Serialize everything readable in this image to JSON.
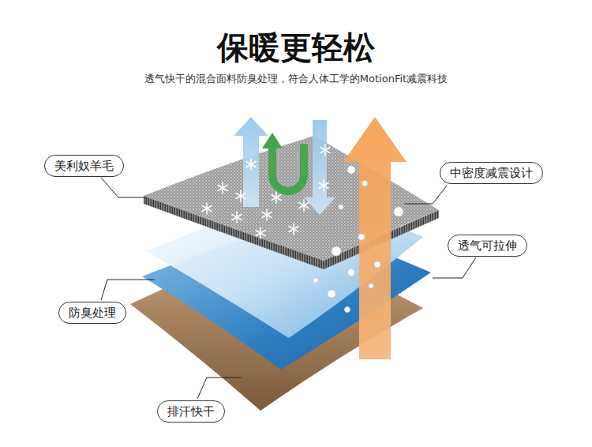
{
  "diagram": {
    "title": "保暖更轻松",
    "caption": "透气快干的混合面料防臭处理，符合人体工学的MotionFit减震科技",
    "nodes": [
      {
        "text": [
          "美利奴羊毛"
        ]
      },
      {
        "text": [
          "中密度减震设计"
        ]
      },
      {
        "text": [
          "透气可拉伸"
        ]
      },
      {
        "text": [
          "防臭处理"
        ]
      },
      {
        "text": [
          "排汗快干"
        ]
      }
    ]
  }
}
